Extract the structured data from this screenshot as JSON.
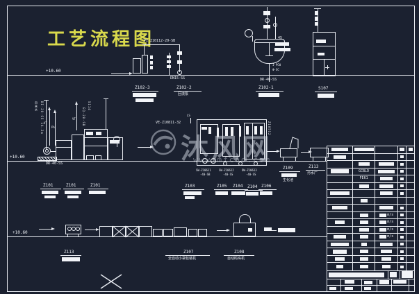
{
  "title": "工艺流程图",
  "watermark": {
    "brand": "沐风网",
    "url": "www.mfcad.com"
  },
  "colors": {
    "bg": "#1b2130",
    "line": "#ffffff",
    "title": "#d9d94c"
  },
  "elevation": {
    "top": "+10.60",
    "mid": "+10.60",
    "bottom": "+10.60"
  },
  "top": {
    "pipe_label": "PI Z10112-20-SB",
    "dn15": "DN15-SS",
    "z102_3": "Z102-3",
    "z102_2": "Z102-2",
    "z102_2_sub": "回流泵",
    "vessel_tag": "45",
    "pcw": "I-PCW",
    "sc": "Ф-SC",
    "dr40": "DR-40-SS",
    "z102_1": "Z102-1",
    "s107": "S107"
  },
  "mid": {
    "feed_text": "自来水",
    "feed_pipe": "DI-20-SS 14.2m",
    "vt1": "VT",
    "pa": "PA",
    "vt2": "VT",
    "eq_pipe": "EQ-20-SB",
    "s114": "S114",
    "dr40": "DR-40-SS",
    "ve": "VE-Z10811-32",
    "ls": "LS",
    "z10512": "Z10512",
    "pipes": [
      [
        "SW-Z10611",
        "-40-SB"
      ],
      [
        "SW-Z10612",
        "-40-SS"
      ],
      [
        "DW-Z10613",
        "-40-SS"
      ]
    ],
    "tags": [
      "Z101",
      "Z101",
      "Z101",
      "Z103",
      "Z105",
      "Z104",
      "Z104",
      "Z106"
    ],
    "z109": "Z109",
    "z109_sub": "生化池",
    "z113": "Z113",
    "z113_sub": "污水厂"
  },
  "bottom": {
    "z113": "Z113",
    "z107": "Z107",
    "z107_sub": "全自动小袋包装机",
    "z108": "Z108",
    "z108_sub": "自动码垛机"
  },
  "table": {
    "rows": [
      [
        {
          "b": [
            24,
            5
          ]
        },
        {
          "b": [
            28,
            5
          ]
        },
        null,
        {
          "b": [
            7,
            5
          ]
        },
        {
          "b": [
            6,
            5
          ]
        }
      ],
      [
        {
          "b": [
            18,
            5
          ]
        },
        null,
        null,
        {
          "b": [
            5,
            4
          ]
        },
        null
      ],
      [
        null,
        {
          "b": [
            16,
            5
          ]
        },
        {
          "b": [
            22,
            5
          ]
        },
        {
          "b": [
            5,
            4
          ]
        },
        null
      ],
      [
        {
          "b": [
            26,
            6
          ]
        },
        {
          "t": "GCBLD"
        },
        {
          "b": [
            24,
            5
          ]
        },
        {
          "b": [
            5,
            4
          ]
        },
        null
      ],
      [
        null,
        {
          "t": "FE61"
        },
        {
          "b": [
            18,
            5
          ]
        },
        {
          "b": [
            5,
            4
          ]
        },
        null
      ],
      [
        null,
        {
          "b": [
            14,
            5
          ]
        },
        {
          "b": [
            20,
            5
          ]
        },
        {
          "b": [
            5,
            4
          ]
        },
        null
      ],
      [
        {
          "b": [
            28,
            5
          ]
        },
        null,
        {
          "b": [
            18,
            5
          ]
        },
        {
          "b": [
            5,
            4
          ]
        },
        null
      ],
      [
        null,
        {
          "b": [
            10,
            5
          ]
        },
        null,
        null,
        null
      ],
      [
        {
          "b": [
            22,
            5
          ]
        },
        null,
        {
          "b": [
            20,
            5
          ]
        },
        {
          "b": [
            5,
            4
          ]
        },
        null
      ],
      [
        null,
        {
          "b": [
            12,
            5
          ]
        },
        {
          "b": [
            10,
            5
          ],
          "t": "m/s"
        },
        {
          "b": [
            5,
            4
          ]
        },
        null
      ],
      [
        {
          "b": [
            14,
            5
          ]
        },
        {
          "b": [
            12,
            5
          ]
        },
        {
          "b": [
            10,
            5
          ],
          "t": "m/s"
        },
        {
          "b": [
            5,
            4
          ]
        },
        null
      ],
      [
        null,
        {
          "b": [
            14,
            5
          ]
        },
        {
          "b": [
            10,
            5
          ],
          "t": "m/s"
        },
        {
          "b": [
            5,
            4
          ]
        },
        null
      ],
      [
        {
          "b": [
            18,
            5
          ]
        },
        {
          "b": [
            12,
            5
          ]
        },
        {
          "b": [
            10,
            5
          ],
          "t": "m/s"
        },
        {
          "b": [
            5,
            4
          ]
        },
        null
      ],
      [
        {
          "b": [
            26,
            5
          ]
        },
        {
          "b": [
            8,
            5
          ]
        },
        {
          "b": [
            18,
            5
          ]
        },
        {
          "b": [
            5,
            4
          ]
        },
        null
      ],
      [
        {
          "b": [
            20,
            6
          ]
        },
        {
          "b": [
            12,
            5
          ]
        },
        {
          "b": [
            16,
            5
          ]
        },
        {
          "b": [
            5,
            4
          ]
        },
        null
      ],
      [
        {
          "b": [
            14,
            5
          ]
        },
        {
          "b": [
            12,
            5
          ]
        },
        {
          "b": [
            14,
            5
          ]
        },
        {
          "b": [
            5,
            4
          ]
        },
        null
      ],
      [
        {
          "b": [
            10,
            5
          ]
        },
        {
          "b": [
            12,
            5
          ]
        },
        {
          "b": [
            12,
            5
          ]
        },
        {
          "b": [
            5,
            4
          ]
        },
        null
      ]
    ]
  }
}
